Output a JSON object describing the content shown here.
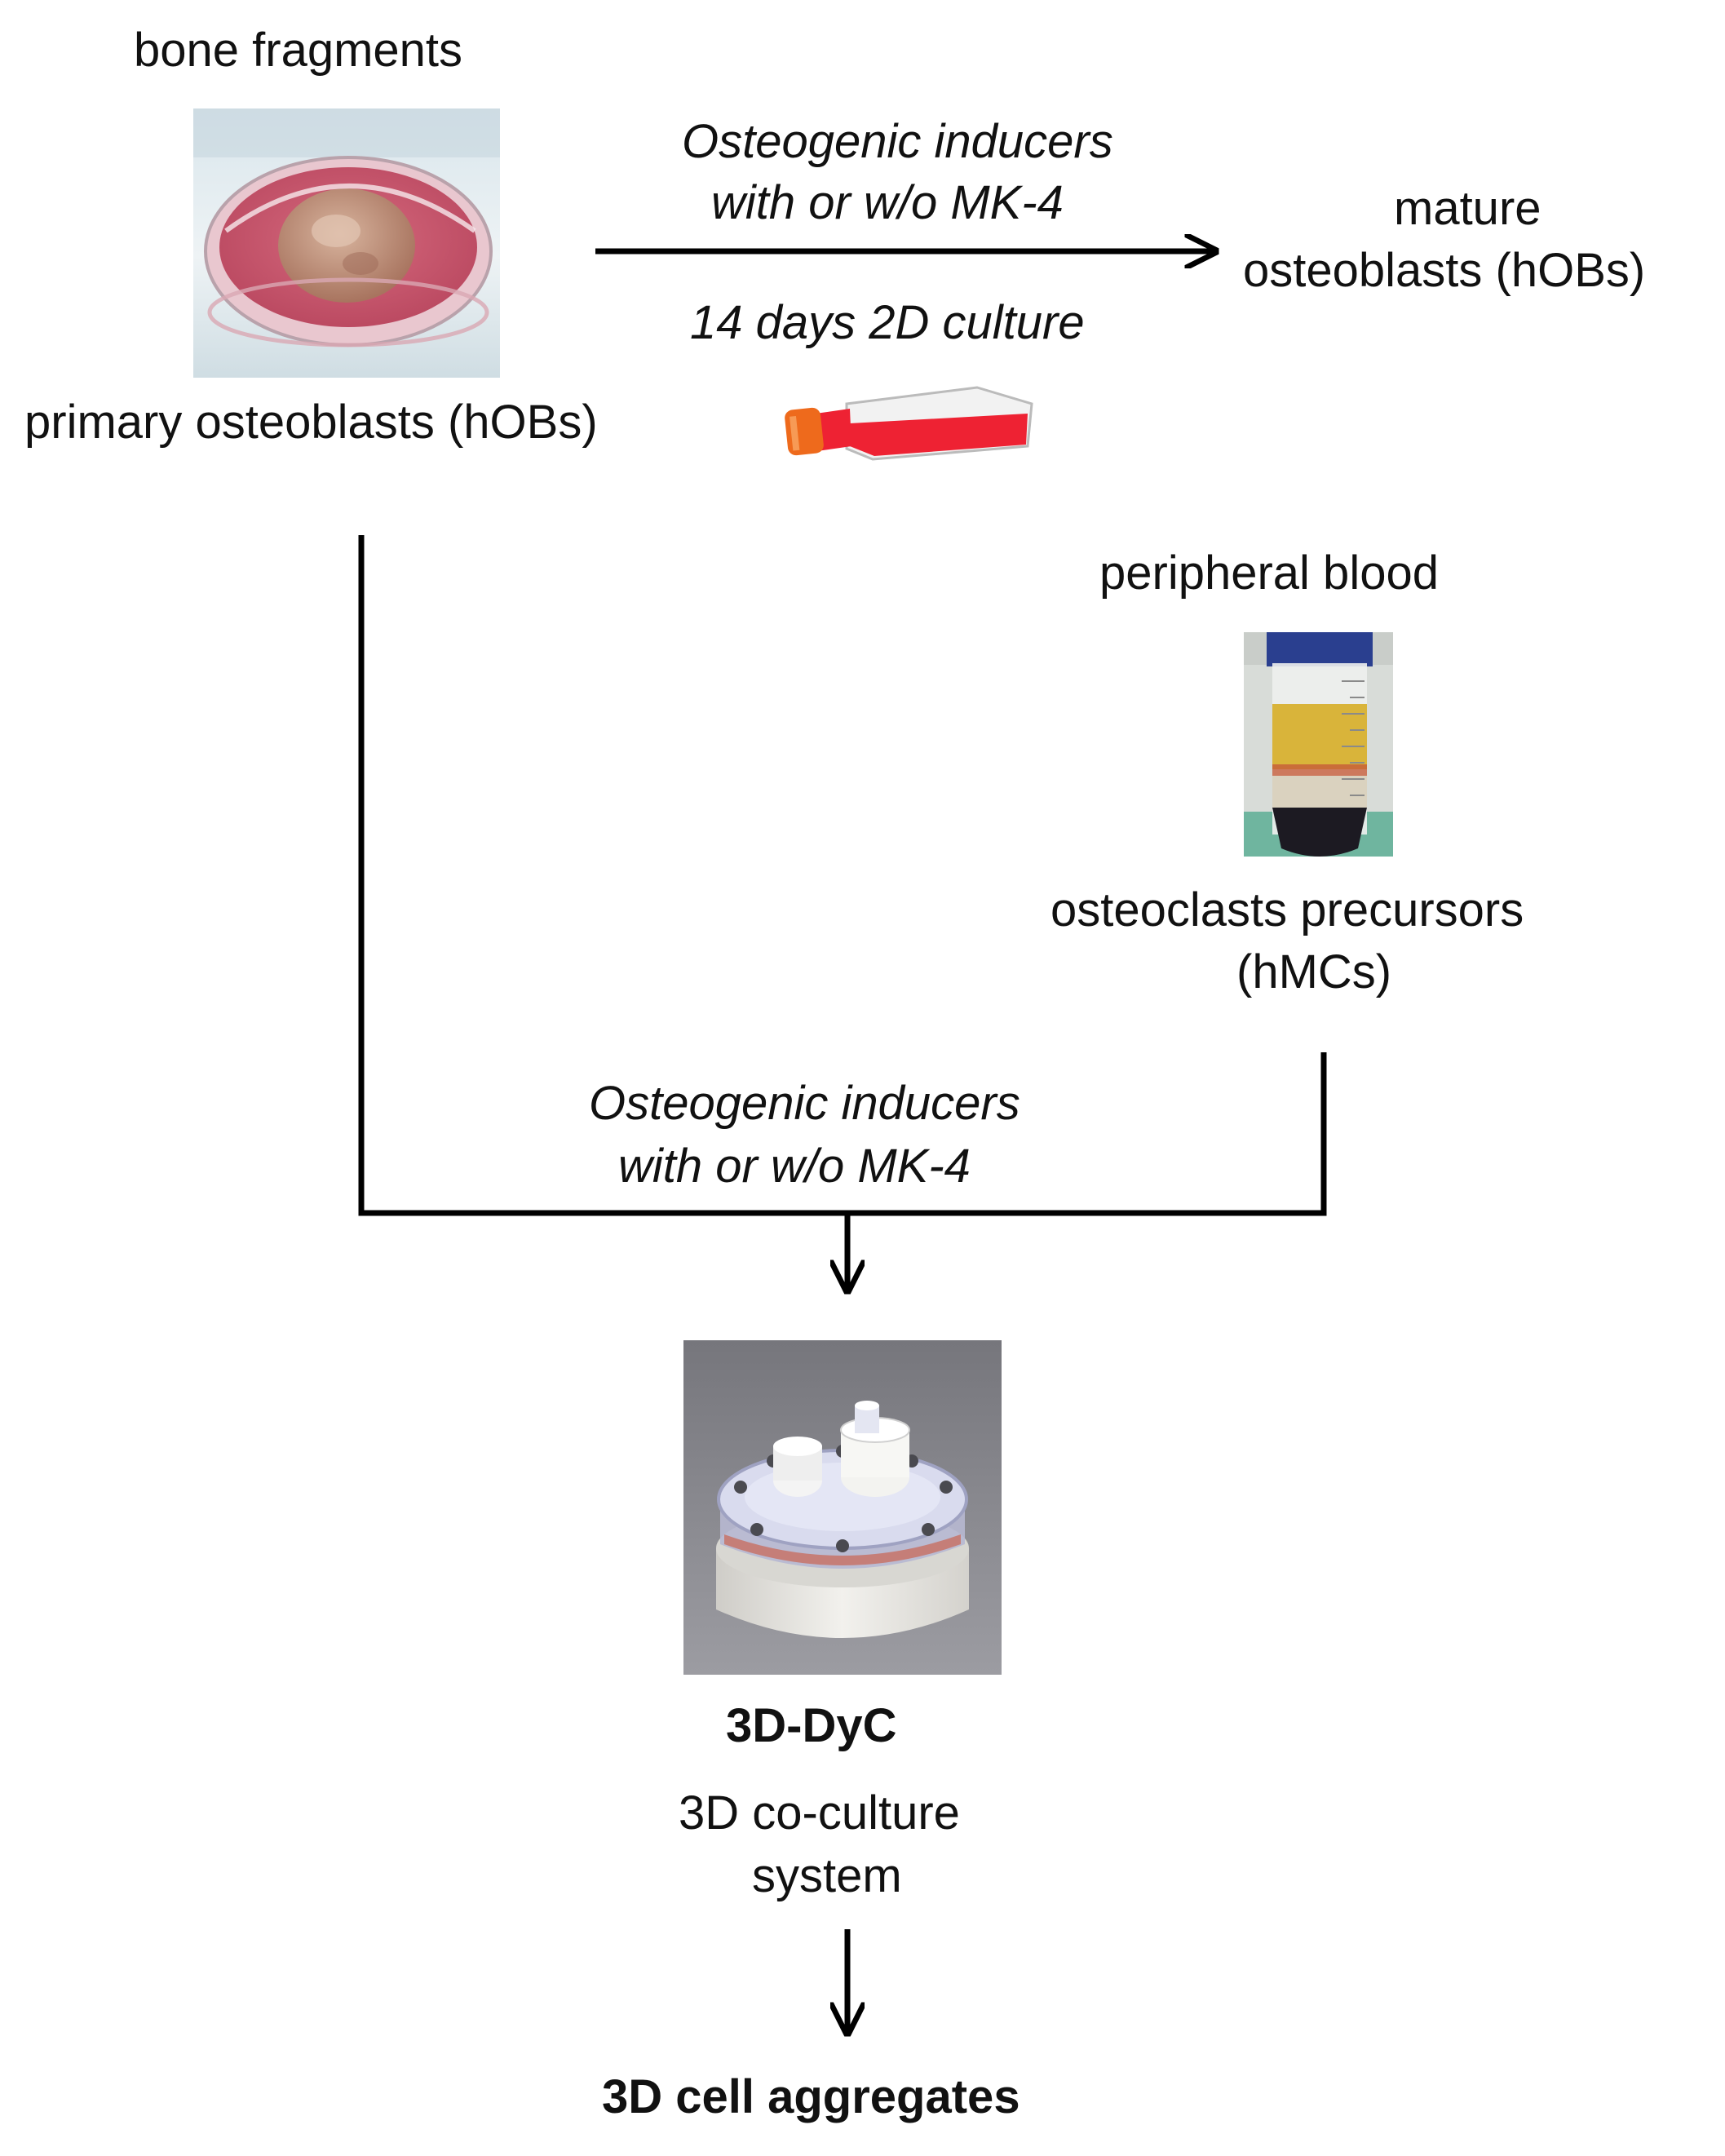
{
  "top": {
    "bone_fragments": "bone fragments",
    "primary_label": "primary osteoblasts (hOBs)",
    "arrow_text_line1": "Osteogenic inducers",
    "arrow_text_line2": "with  or  w/o MK-4",
    "arrow_text_line3": "14 days  2D culture",
    "mature_line1": "mature",
    "mature_line2": "osteoblasts (hOBs)"
  },
  "middle": {
    "peripheral_blood": "peripheral blood",
    "precursors_line1": "osteoclasts precursors",
    "precursors_line2": "(hMCs)",
    "inducers_line1": "Osteogenic inducers",
    "inducers_line2": "with  or  w/o MK-4"
  },
  "bottom": {
    "device_name": "3D-DyC",
    "system_line1": "3D co-culture",
    "system_line2": "system",
    "result": "3D cell aggregates"
  },
  "colors": {
    "line": "#000000",
    "petri_medium": "#c9546a",
    "bone_fragment": "#c99a86",
    "flask_medium": "#ee2233",
    "flask_cap": "#ee6a1c",
    "tube_cap": "#2a3f8f",
    "plasma": "#d9b43a",
    "blood_cells": "#1c1a22",
    "device_bg": "#8a8a90",
    "device_base": "#e9e8e4"
  }
}
